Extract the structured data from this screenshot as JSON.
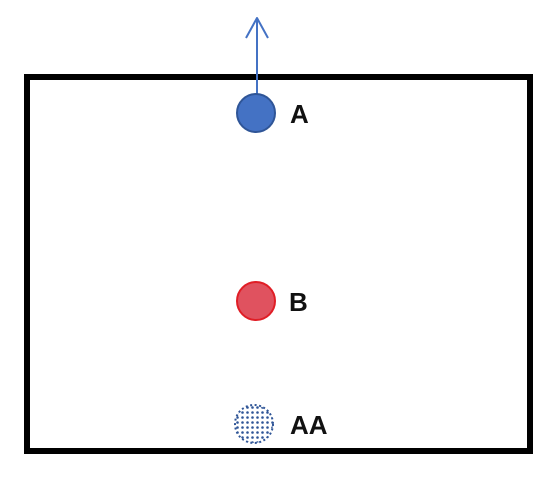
{
  "diagram": {
    "labels": {
      "a": "A",
      "b": "B",
      "aa": "AA"
    },
    "colors": {
      "frame": "#000000",
      "point_a_fill": "#4472C4",
      "point_a_stroke": "#2F5597",
      "point_b_fill": "#E0525F",
      "point_b_stroke": "#E01E26",
      "point_aa_dots": "#2F5597",
      "arrow": "#4472C4"
    }
  }
}
